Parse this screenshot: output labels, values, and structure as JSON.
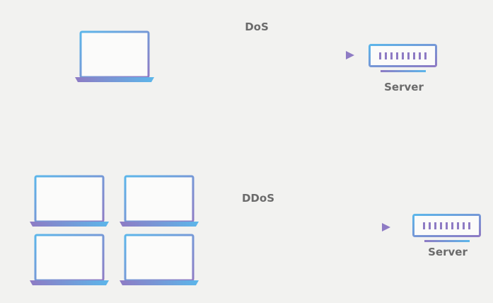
{
  "dos": {
    "label": "DoS",
    "server_label": "Server"
  },
  "ddos": {
    "label": "DDoS",
    "server_label": "Server"
  },
  "colors": {
    "background": "#f2f2f0",
    "gradient_blue": "#5cb6ea",
    "gradient_purple": "#8e7bc4",
    "screen_fill": "#fbfbfa",
    "label_text": "#6b6b6b"
  },
  "icons": {
    "client": "laptop-icon",
    "target": "server-icon",
    "flow": "arrow"
  }
}
